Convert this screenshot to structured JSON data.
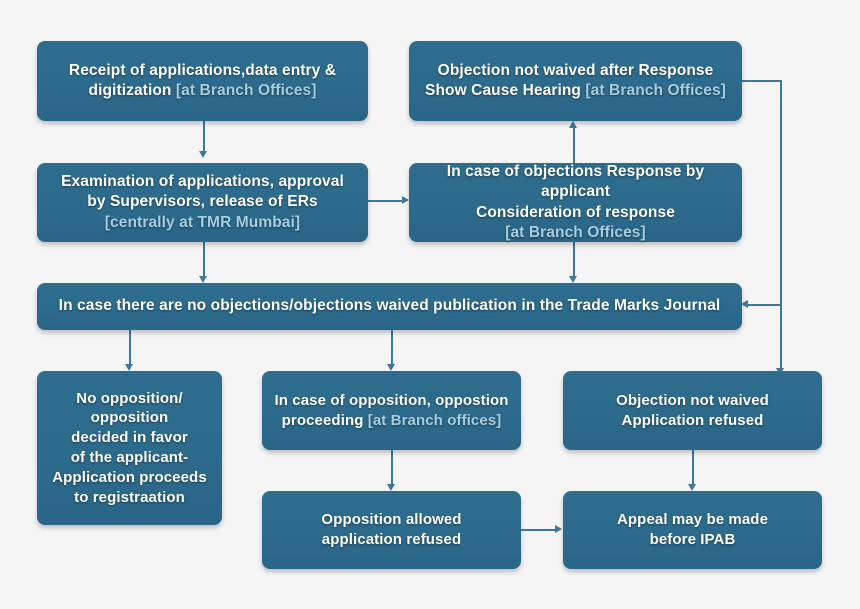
{
  "diagram": {
    "title": "Trade Marks application process flowchart",
    "background_color": "#f5f5f5",
    "node_color": "#2d6b8d",
    "connector_color": "#3b7a9e",
    "text_color": "#ffffff",
    "muted_text_color": "#a8cede"
  },
  "nodes": {
    "receipt": {
      "line1": "Receipt of applications,data entry &",
      "line2_main": "digitization ",
      "line2_muted": "[at Branch Offices]"
    },
    "objection_not_waived_hearing": {
      "line1": "Objection not waived after Response",
      "line2_main": "Show Cause Hearing ",
      "line2_muted": "[at Branch Offices]"
    },
    "examination": {
      "line1": "Examination of applications, approval",
      "line2": "by Supervisors, release of ERs",
      "line3_muted": "[centrally at TMR Mumbai]"
    },
    "response_by_applicant": {
      "line1": "In case of objections Response by applicant",
      "line2": "Consideration of response",
      "line3_muted": "[at Branch Offices]"
    },
    "publication": {
      "line1": "In case there are no objections/objections waived publication in the Trade Marks Journal"
    },
    "no_opposition": {
      "line1": "No opposition/",
      "line2": "opposition",
      "line3": "decided in favor",
      "line4": "of the applicant-",
      "line5": "Application proceeds",
      "line6": "to registraation"
    },
    "opposition_proceeding": {
      "line1": "In case of opposition, oppostion",
      "line2_main": "proceeding ",
      "line2_muted": "[at Branch offices]"
    },
    "application_refused": {
      "line1": "Objection not waived",
      "line2": "Application refused"
    },
    "opposition_allowed": {
      "line1": "Opposition allowed",
      "line2": "application refused"
    },
    "appeal": {
      "line1": "Appeal may be made",
      "line2": "before IPAB"
    }
  },
  "connectors": [
    {
      "name": "receipt-to-examination",
      "direction": "down"
    },
    {
      "name": "examination-to-response",
      "direction": "right"
    },
    {
      "name": "examination-to-publication",
      "direction": "down"
    },
    {
      "name": "response-to-hearing",
      "direction": "up"
    },
    {
      "name": "response-to-publication",
      "direction": "down"
    },
    {
      "name": "hearing-to-publication",
      "direction": "left"
    },
    {
      "name": "hearing-to-application-refused",
      "direction": "down"
    },
    {
      "name": "publication-to-no-opposition",
      "direction": "down"
    },
    {
      "name": "publication-to-opposition-proceeding",
      "direction": "down"
    },
    {
      "name": "opposition-proceeding-to-opposition-allowed",
      "direction": "down"
    },
    {
      "name": "opposition-allowed-to-appeal",
      "direction": "right"
    },
    {
      "name": "application-refused-to-appeal",
      "direction": "down"
    }
  ]
}
